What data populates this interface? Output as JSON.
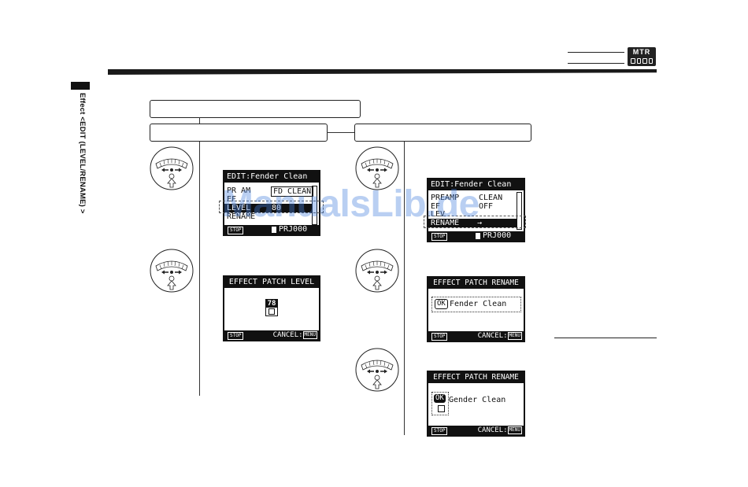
{
  "header": {
    "badge": "MTR"
  },
  "side_title": "Effect <EDIT (LEVEL/RENAME) >",
  "watermark": "ManualsLib.de",
  "lcd_level_menu": {
    "title": "EDIT:Fender Clean",
    "rows": [
      {
        "left": "PR AM",
        "right": "FD CLEAN"
      },
      {
        "left": "EF",
        "right": ""
      },
      {
        "left": "LEVEL",
        "right": "80"
      },
      {
        "left": "RENAME",
        "right": ""
      }
    ],
    "footer_stop": "STOP",
    "footer_project": "PRJ000"
  },
  "lcd_level": {
    "title": "EFFECT PATCH LEVEL",
    "value": "78",
    "footer_stop": "STOP",
    "footer_cancel": "CANCEL:",
    "footer_menu": "MENU"
  },
  "lcd_rename_menu": {
    "title": "EDIT:Fender Clean",
    "rows": [
      {
        "left": "PREAMP",
        "right": "CLEAN"
      },
      {
        "left": "EF",
        "right": "OFF"
      },
      {
        "left": "LEV",
        "right": ""
      },
      {
        "left": "RENAME",
        "right": "→"
      }
    ],
    "footer_stop": "STOP",
    "footer_project": "PRJ000"
  },
  "lcd_rename_1": {
    "title": "EFFECT PATCH RENAME",
    "ok": "OK",
    "name": "Fender Clean",
    "footer_stop": "STOP",
    "footer_cancel": "CANCEL:",
    "footer_menu": "MENU"
  },
  "lcd_rename_2": {
    "title": "EFFECT PATCH RENAME",
    "ok": "OK",
    "name": "Gender Clean",
    "footer_stop": "STOP",
    "footer_cancel": "CANCEL:",
    "footer_menu": "MENU"
  }
}
